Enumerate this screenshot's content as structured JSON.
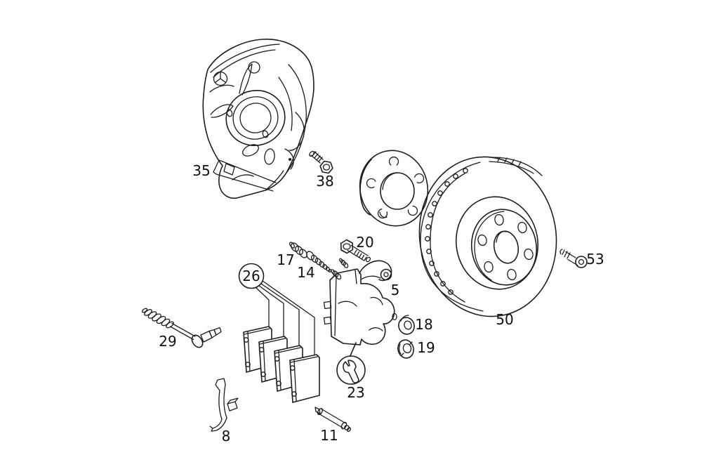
{
  "canvas": {
    "background": "#ffffff",
    "line_color": "#1d1d1d",
    "text_color": "#111111"
  },
  "callouts": {
    "splash_shield": "35",
    "shield_bolt": "38",
    "guide_bolt": "20",
    "bleed_screw_cap": "17",
    "bleed_screw": "14",
    "caliper": "5",
    "pad_set": "26",
    "wear_sensor": "29",
    "washer_upper": "18",
    "washer_lower": "19",
    "repair_kit": "23",
    "brake_disc": "50",
    "retaining_screw": "53",
    "retaining_spring": "8",
    "pad_pin": "11"
  },
  "icons": {
    "repair_kit_symbol": "wrench-icon",
    "shield_emblem": "three-pointed-star-icon"
  }
}
